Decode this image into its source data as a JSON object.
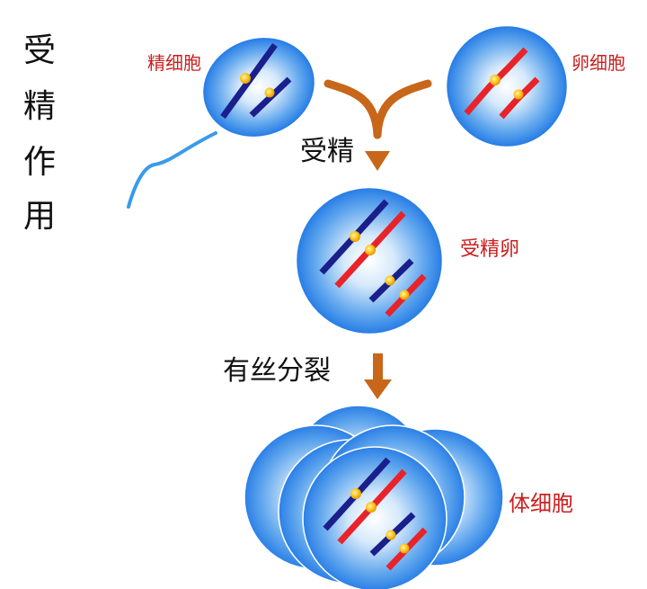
{
  "diagram": {
    "title": "受精作用",
    "title_chars": [
      "受",
      "精",
      "作",
      "用"
    ],
    "labels": {
      "sperm": "精细胞",
      "egg": "卵细胞",
      "fertilization": "受精",
      "zygote": "受精卵",
      "mitosis": "有丝分裂",
      "somatic": "体细胞"
    },
    "colors": {
      "cell_edge": "#2a7fe6",
      "cell_center": "#ffffff",
      "chromosome_paternal": "#1a1f8c",
      "chromosome_maternal": "#e8232a",
      "centromere": "#ffc21a",
      "arrow": "#c8661a",
      "tail": "#3b9be8",
      "label_red": "#cc1f1f",
      "label_black": "#111111"
    }
  }
}
